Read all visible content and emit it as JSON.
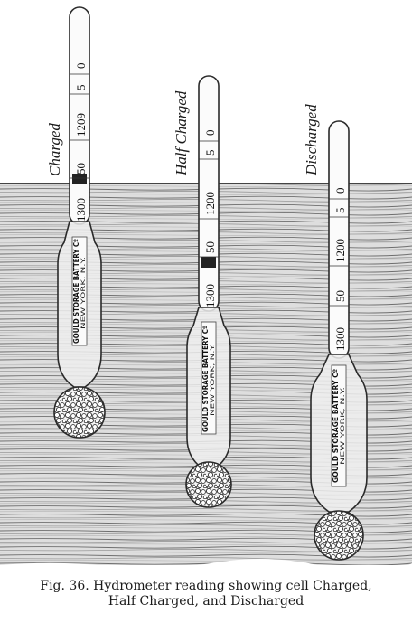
{
  "figure": {
    "hydrometers": [
      {
        "state_label": "Charged",
        "scale": [
          "0",
          "5",
          "1209",
          "50",
          "1300"
        ],
        "bulb_text_top": "GOULD STORAGE BATTERY Cº",
        "bulb_text_bottom": "NEW YORK, N.Y."
      },
      {
        "state_label": "Half Charged",
        "scale": [
          "0",
          "5",
          "1200",
          "50",
          "1300"
        ],
        "bulb_text_top": "GOULD STORAGE BATTERY Cº",
        "bulb_text_bottom": "NEW YORK, N.Y."
      },
      {
        "state_label": "Discharged",
        "scale": [
          "0",
          "5",
          "1200",
          "50",
          "1300"
        ],
        "bulb_text_top": "GOULD STORAGE BATTERY Cº",
        "bulb_text_bottom": "NEW YORK, N.Y."
      }
    ]
  },
  "caption": {
    "line1": "Fig. 36.  Hydrometer reading showing cell Charged,",
    "line2": "Half Charged, and Discharged"
  }
}
